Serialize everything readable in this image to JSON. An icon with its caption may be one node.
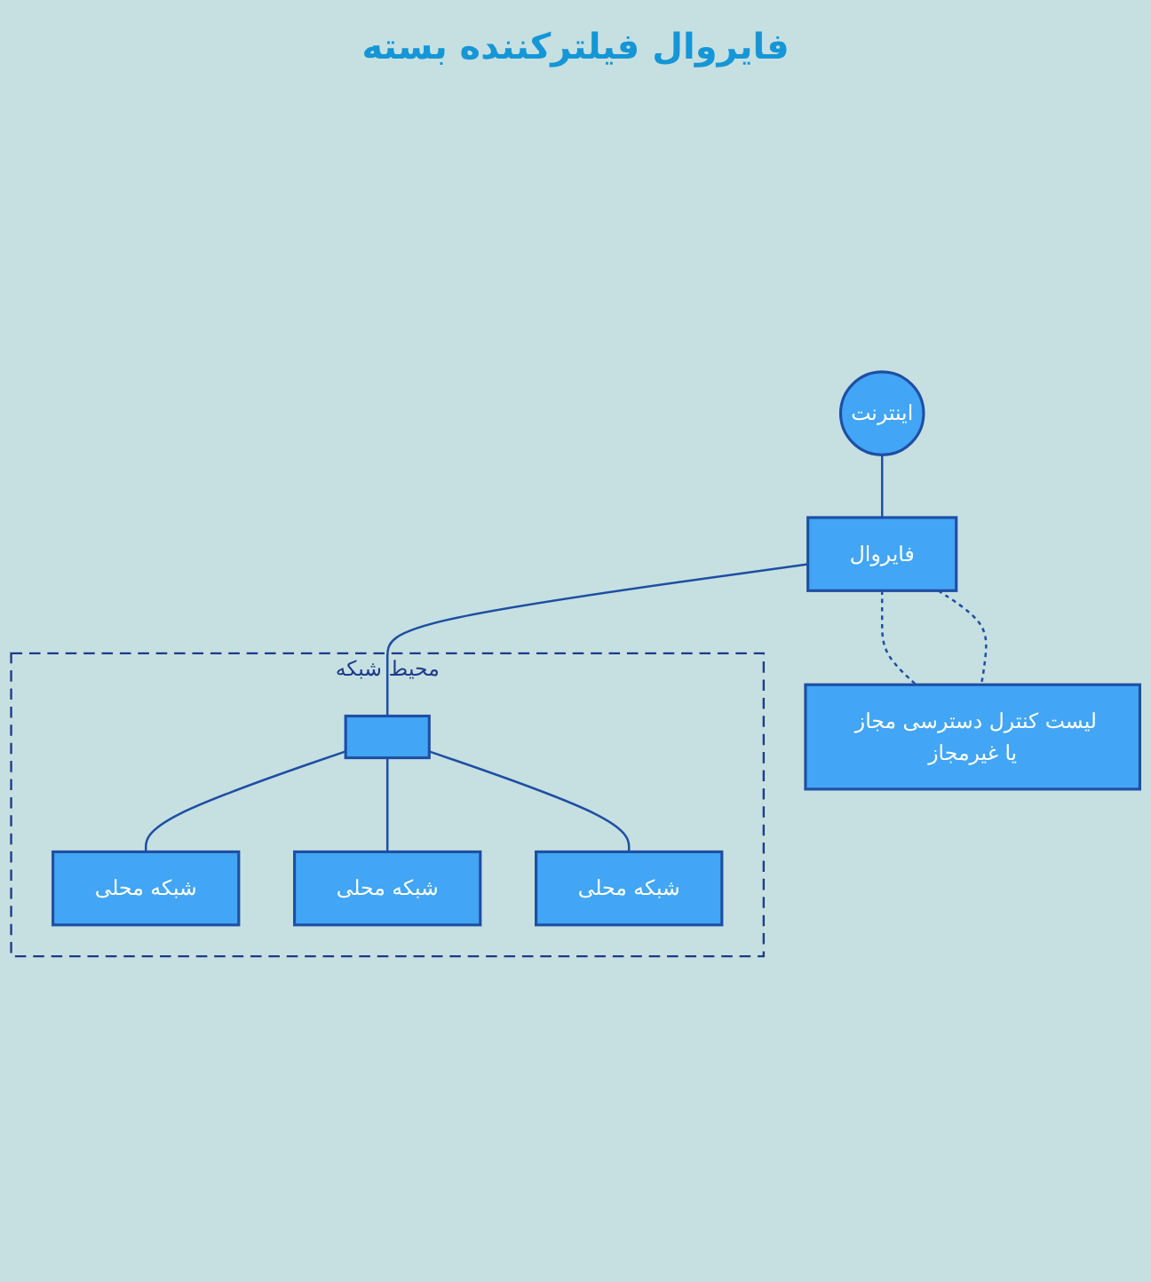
{
  "diagram": {
    "title": "فایروال فیلترکننده بسته",
    "nodes": [
      {
        "text": [
          "اینترنت"
        ]
      },
      {
        "text": [
          "فایروال"
        ]
      },
      {
        "text": [
          "لیست کنترل دسترسی مجاز یا غیرمجاز"
        ]
      },
      {
        "text": [
          "محیط شبکه"
        ]
      },
      {
        "text": [],
        "shape": "box",
        "in": 3
      },
      {
        "text": [
          "شبکه محلی"
        ],
        "in": 3
      },
      {
        "text": [
          "شبکه محلی"
        ],
        "in": 3
      },
      {
        "text": [
          "شبکه محلی"
        ],
        "in": 3
      }
    ],
    "edges": [
      {
        "from": 0,
        "to": 1,
        "arrow": "none"
      },
      {
        "from": 1,
        "to": 2,
        "arrow": "none",
        "style": "dashed"
      },
      {
        "from": 1,
        "to": 2,
        "arrow": "none",
        "style": "dashed"
      },
      {
        "from": 1,
        "to": 4,
        "arrow": "none"
      },
      {
        "from": 4,
        "to": 5,
        "arrow": "none"
      },
      {
        "from": 4,
        "to": 7,
        "arrow": "none"
      },
      {
        "from": 4,
        "to": 6,
        "arrow": "none"
      }
    ]
  }
}
